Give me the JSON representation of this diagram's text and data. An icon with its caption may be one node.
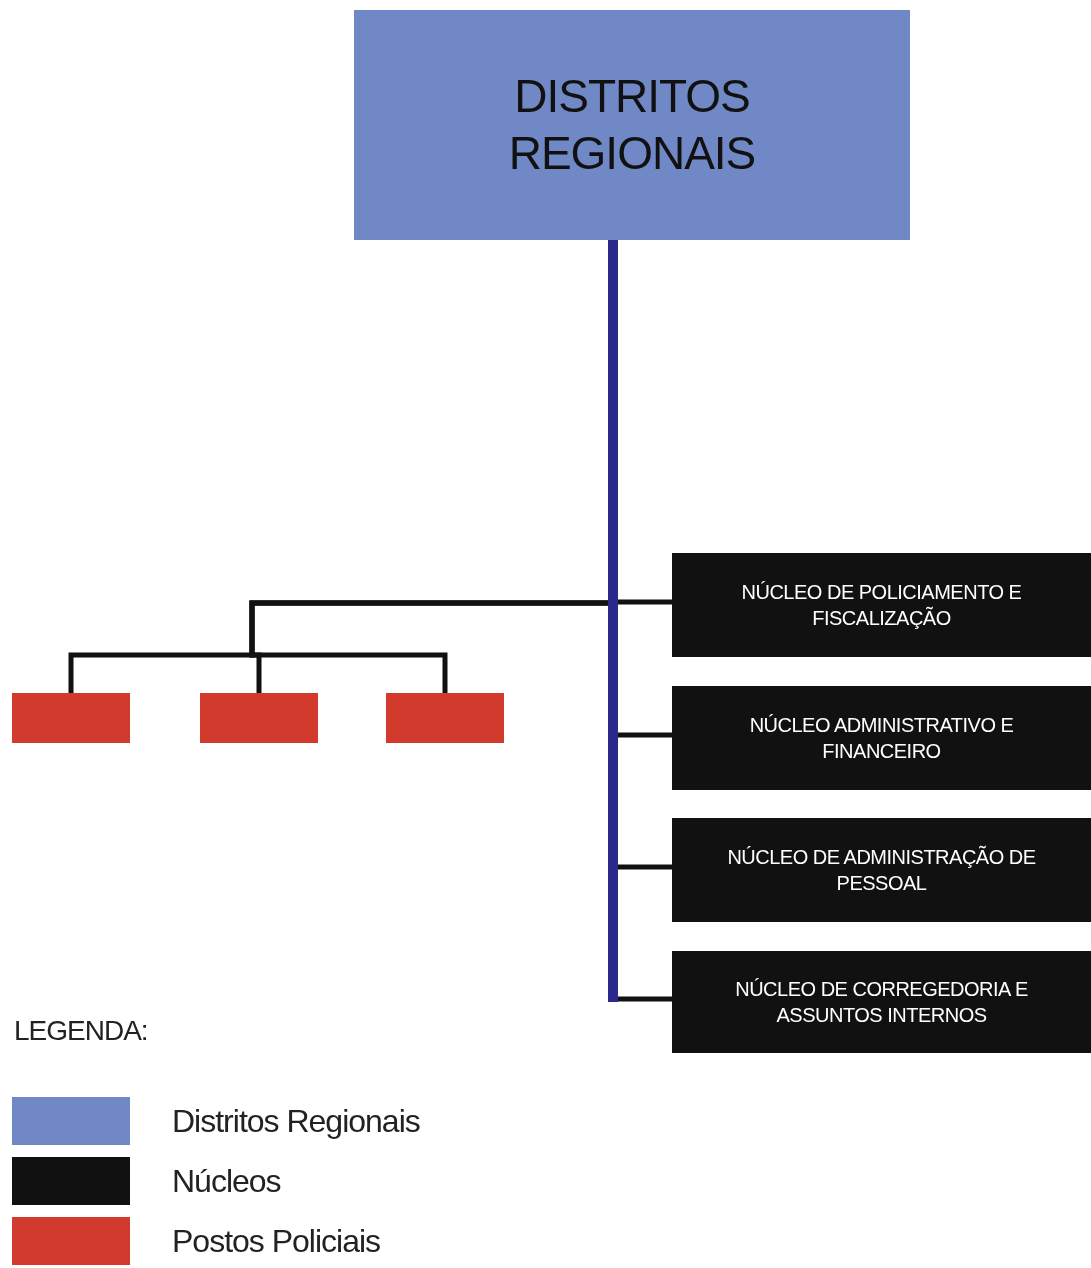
{
  "diagram": {
    "nodes": [
      {
        "text": [
          "DISTRITOS REGIONAIS"
        ]
      },
      {
        "text": [
          "NÚCLEO DE POLICIAMENTO E FISCALIZAÇÃO"
        ]
      },
      {
        "text": [
          "NÚCLEO ADMINISTRATIVO E FINANCEIRO"
        ]
      },
      {
        "text": [
          "NÚCLEO DE ADMINISTRAÇÃO DE PESSOAL"
        ]
      },
      {
        "text": [
          "NÚCLEO DE CORREGEDORIA E ASSUNTOS INTERNOS"
        ]
      },
      {
        "text": [],
        "shape": "box"
      },
      {
        "text": [],
        "shape": "box"
      },
      {
        "text": [],
        "shape": "box"
      }
    ],
    "edges": [
      {
        "from": 0,
        "to": 1,
        "arrow": "none"
      },
      {
        "from": 0,
        "to": 2,
        "arrow": "none"
      },
      {
        "from": 0,
        "to": 3,
        "arrow": "none"
      },
      {
        "from": 0,
        "to": 4,
        "arrow": "none"
      },
      {
        "from": 0,
        "to": 5,
        "arrow": "none"
      },
      {
        "from": 0,
        "to": 6,
        "arrow": "none"
      },
      {
        "from": 0,
        "to": 7,
        "arrow": "none"
      }
    ],
    "labels": [
      "LEGENDA:"
    ],
    "legend": [
      {
        "text": "Distritos Regionais",
        "color": "#7088c6"
      },
      {
        "text": "Núcleos",
        "color": "#111111"
      },
      {
        "text": "Postos Policiais",
        "color": "#d23a2e"
      }
    ]
  }
}
